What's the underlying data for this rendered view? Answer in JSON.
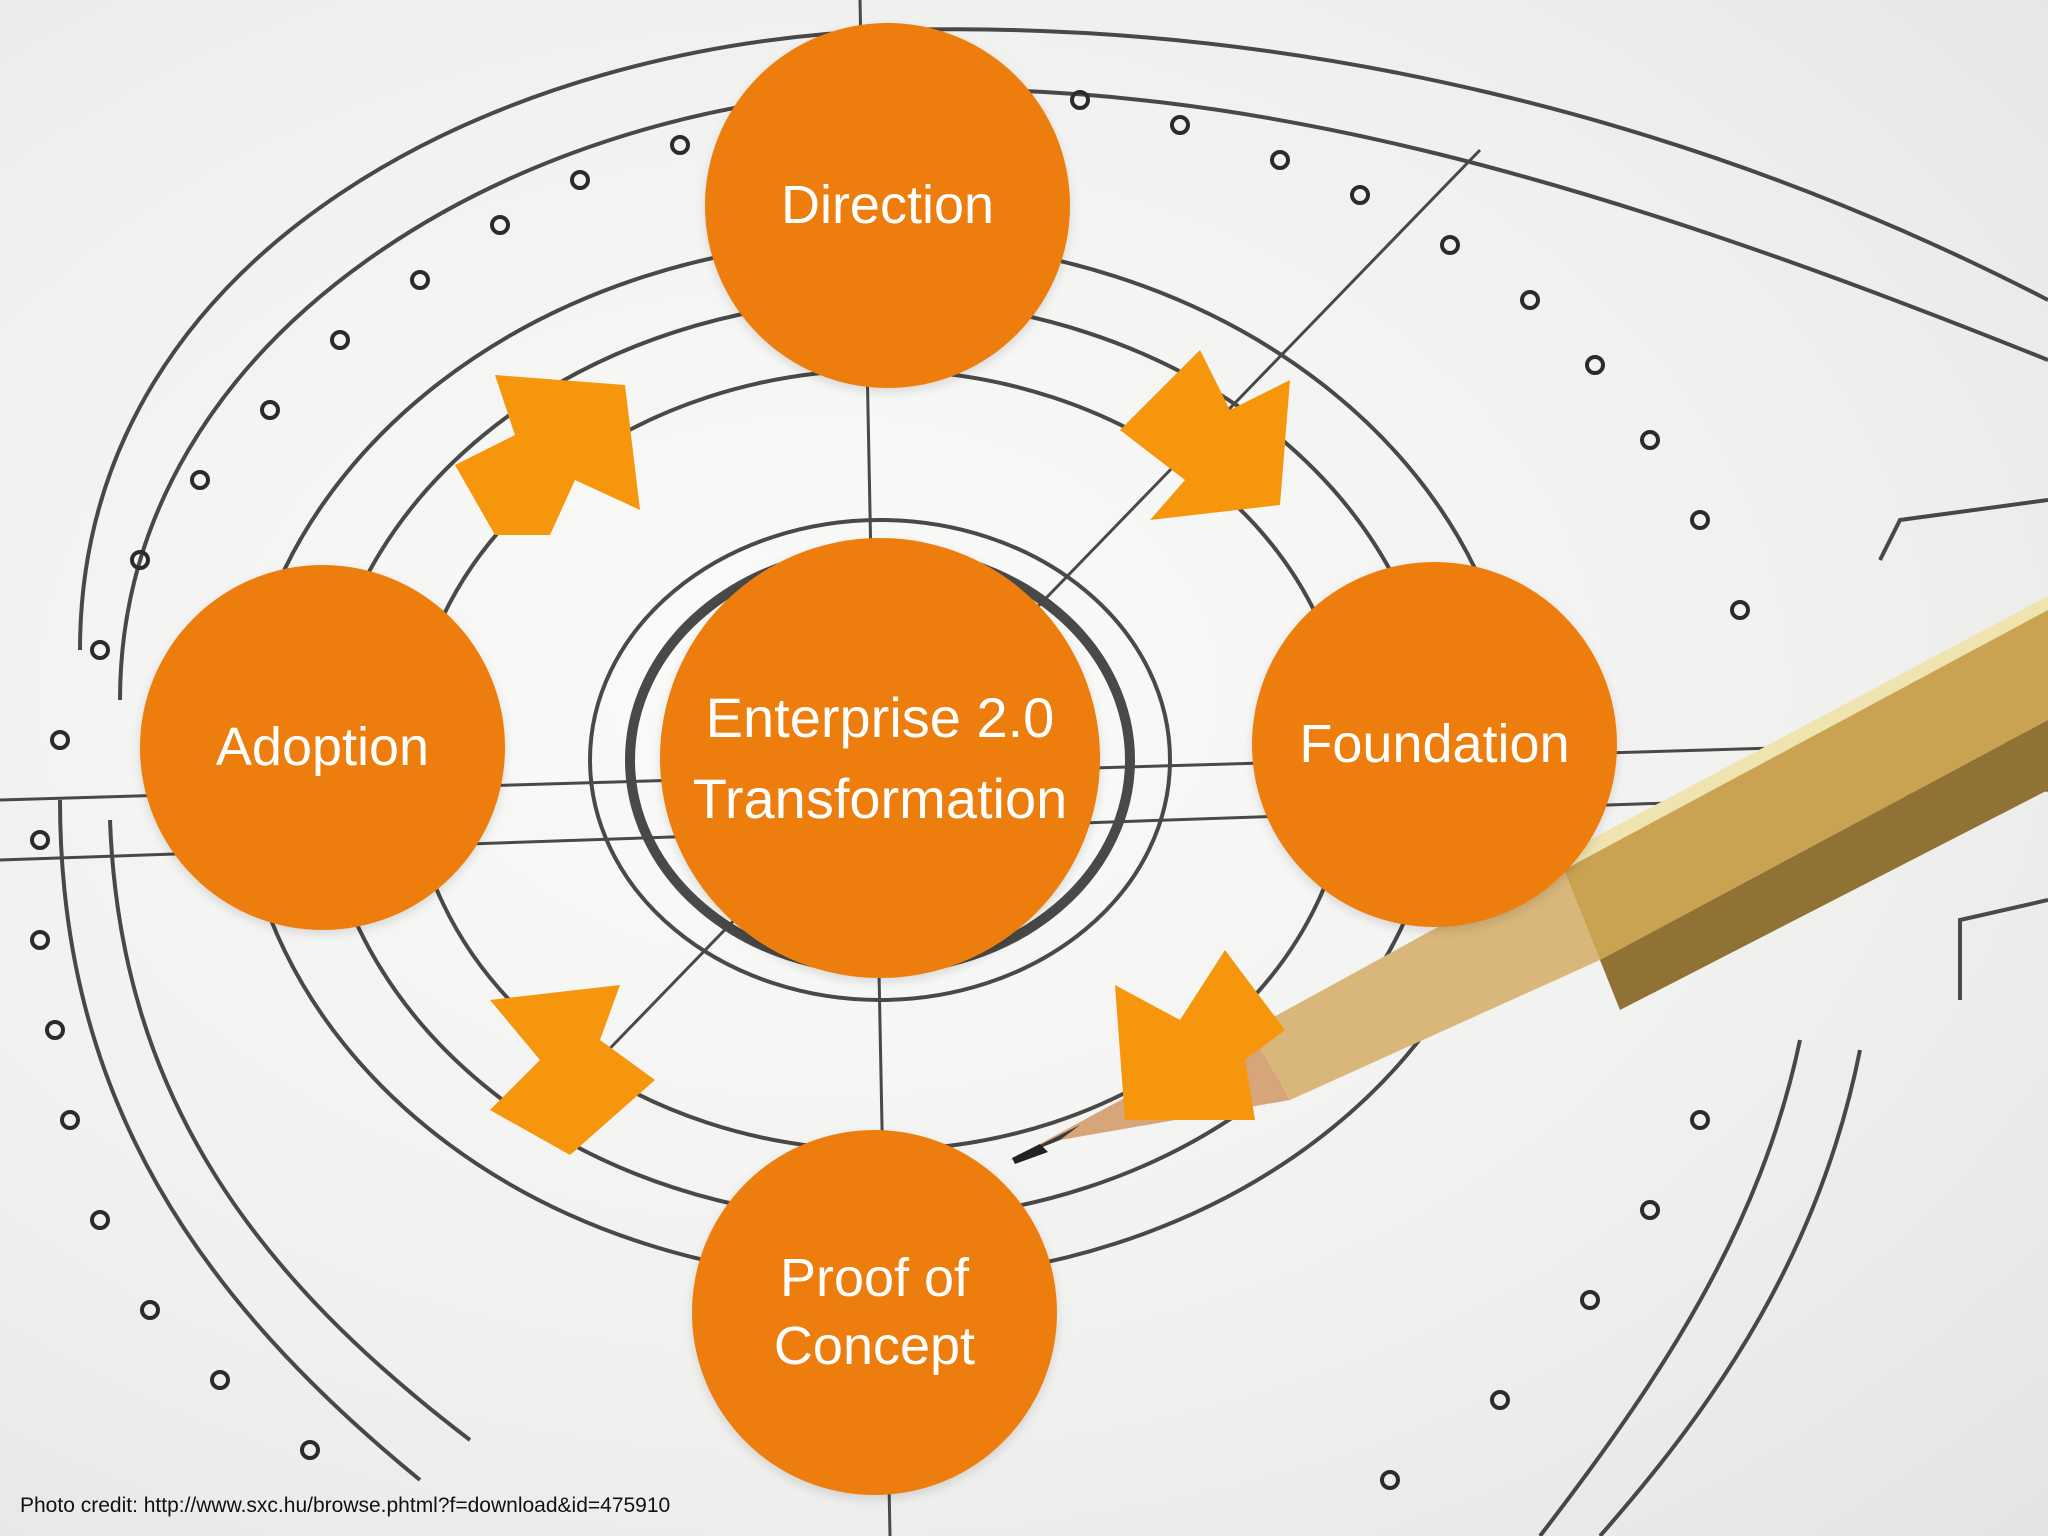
{
  "colors": {
    "circle_fill": "#ed7d0d",
    "arrow_fill": "#f5960d",
    "circle_text": "#ffffff",
    "sketch_line": "#2b2b2b"
  },
  "diagram": {
    "center": "Enterprise 2.0\nTransformation",
    "nodes": {
      "direction": "Direction",
      "foundation": "Foundation",
      "proof_of_concept": "Proof of\nConcept",
      "adoption": "Adoption"
    },
    "arrows": [
      {
        "from": "Direction",
        "to": "Foundation"
      },
      {
        "from": "Foundation",
        "to": "Proof of\nConcept"
      },
      {
        "from": "Proof of\nConcept",
        "to": "Adoption"
      },
      {
        "from": "Adoption",
        "to": "Direction"
      }
    ]
  },
  "background": {
    "description_icon": "pencil-on-blueprint-photo"
  },
  "footer": {
    "credit": "Photo credit: http://www.sxc.hu/browse.phtml?f=download&id=475910"
  }
}
